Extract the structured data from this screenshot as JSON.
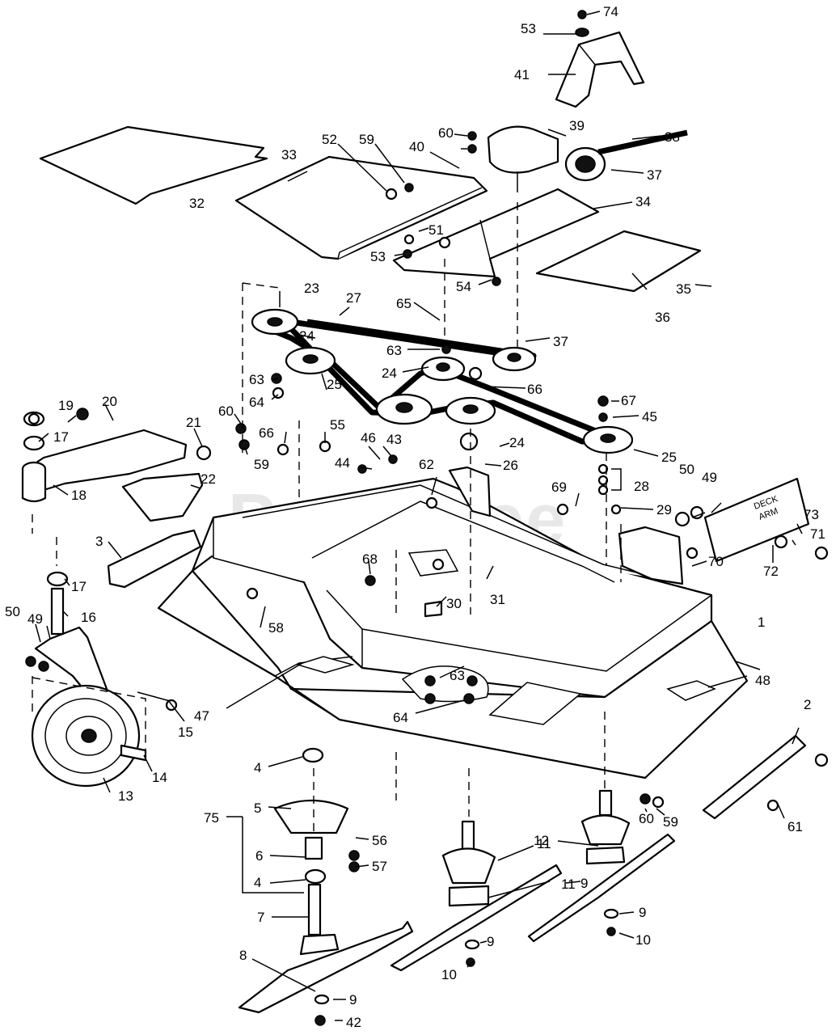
{
  "watermark": "PartsTree",
  "decal_text": [
    "DECK",
    "ARM"
  ],
  "callouts": [
    "1",
    "2",
    "3",
    "4",
    "4",
    "5",
    "6",
    "7",
    "8",
    "9",
    "9",
    "9",
    "9",
    "10",
    "10",
    "11",
    "11",
    "12",
    "13",
    "14",
    "15",
    "16",
    "17",
    "17",
    "18",
    "19",
    "20",
    "21",
    "22",
    "23",
    "24",
    "24",
    "24",
    "25",
    "25",
    "26",
    "27",
    "28",
    "29",
    "30",
    "31",
    "32",
    "33",
    "34",
    "35",
    "36",
    "37",
    "37",
    "38",
    "39",
    "40",
    "41",
    "42",
    "43",
    "44",
    "45",
    "46",
    "47",
    "48",
    "49",
    "49",
    "50",
    "50",
    "51",
    "52",
    "53",
    "53",
    "54",
    "55",
    "56",
    "57",
    "58",
    "59",
    "59",
    "59",
    "60",
    "60",
    "60",
    "61",
    "62",
    "63",
    "63",
    "63",
    "64",
    "64",
    "65",
    "66",
    "66",
    "67",
    "68",
    "69",
    "70",
    "71",
    "72",
    "73",
    "74",
    "75"
  ]
}
